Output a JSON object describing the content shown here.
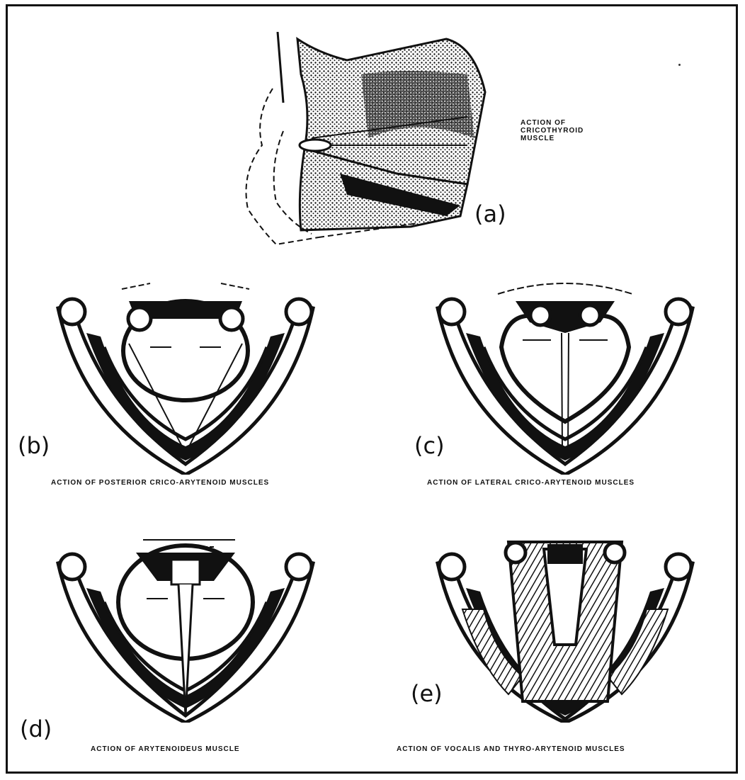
{
  "figure": {
    "panels": [
      {
        "id": "a",
        "letter": "(a)",
        "caption": "ACTION OF CRICOTHYROID MUSCLE"
      },
      {
        "id": "b",
        "letter": "(b)",
        "caption": "ACTION OF POSTERIOR CRICO-ARYTENOID MUSCLES"
      },
      {
        "id": "c",
        "letter": "(c)",
        "caption": "ACTION OF LATERAL CRICO-ARYTENOID MUSCLES"
      },
      {
        "id": "d",
        "letter": "(d)",
        "caption": "ACTION OF ARYTENOIDEUS MUSCLE"
      },
      {
        "id": "e",
        "letter": "(e)",
        "caption": "ACTION OF VOCALIS AND THYRO-ARYTENOID MUSCLES"
      }
    ]
  },
  "colors": {
    "ink": "#111111",
    "paper": "#ffffff"
  }
}
